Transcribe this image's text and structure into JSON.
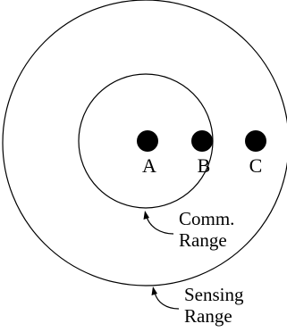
{
  "nodes": [
    {
      "id": "A",
      "label": "A"
    },
    {
      "id": "B",
      "label": "B"
    },
    {
      "id": "C",
      "label": "C"
    }
  ],
  "ranges": {
    "communication": {
      "line1": "Comm.",
      "line2": "Range"
    },
    "sensing": {
      "line1": "Sensing",
      "line2": "Range"
    }
  },
  "colors": {
    "stroke": "#000000",
    "fill": "#000000",
    "background": "#ffffff"
  }
}
